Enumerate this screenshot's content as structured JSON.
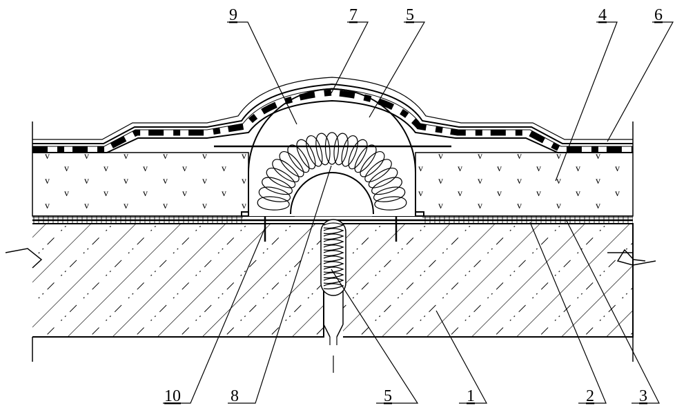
{
  "callouts": [
    {
      "id": "9",
      "text": "9"
    },
    {
      "id": "7",
      "text": "7"
    },
    {
      "id": "5a",
      "text": "5"
    },
    {
      "id": "4",
      "text": "4"
    },
    {
      "id": "6",
      "text": "6"
    },
    {
      "id": "10",
      "text": "10"
    },
    {
      "id": "8",
      "text": "8"
    },
    {
      "id": "5b",
      "text": "5"
    },
    {
      "id": "1",
      "text": "1"
    },
    {
      "id": "2",
      "text": "2"
    },
    {
      "id": "3",
      "text": "3"
    }
  ],
  "colors": {
    "ink": "#000000",
    "paper": "#ffffff"
  }
}
